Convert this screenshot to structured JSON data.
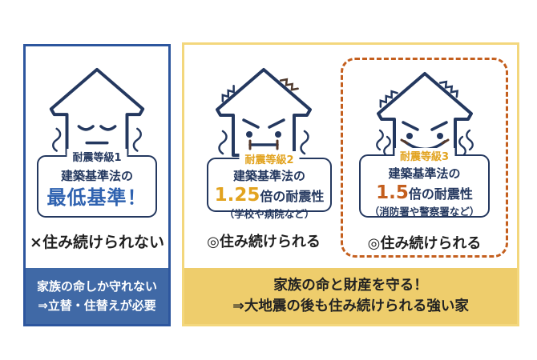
{
  "colors": {
    "navy_outline": "#24385f",
    "blue_border": "#2d569e",
    "blue_band": "#4069a6",
    "blue_accent_text": "#2f62b0",
    "gold_accent": "#e2a31f",
    "orange_accent": "#c45f1e",
    "yellow_border": "#f3d77d",
    "yellow_band": "#eecd6c",
    "brown_shake": "#4f3a2e"
  },
  "left_panel": {
    "grade_label": "耐震等級1",
    "box": {
      "line1": "建築基準法の",
      "line2": "最低基準！"
    },
    "status": "×住み続けられない",
    "footer": {
      "line1": "家族の命しか守れない",
      "line2": "⇒立替・住替えが必要"
    }
  },
  "right_panel": {
    "grade2": {
      "grade_label": "耐震等級2",
      "box": {
        "line1": "建築基準法の",
        "multiplier": "1.25",
        "suffix": "倍の耐震性",
        "note": "（学校や病院など）"
      },
      "status": "◎住み続けられる"
    },
    "grade3": {
      "grade_label": "耐震等級3",
      "box": {
        "line1": "建築基準法の",
        "multiplier": "1.5",
        "suffix": "倍の耐震性",
        "note": "（消防署や警察署など）"
      },
      "status": "◎住み続けられる"
    },
    "footer": {
      "line1": "家族の命と財産を守る！",
      "line2": "⇒大地震の後も住み続けられる強い家"
    }
  }
}
